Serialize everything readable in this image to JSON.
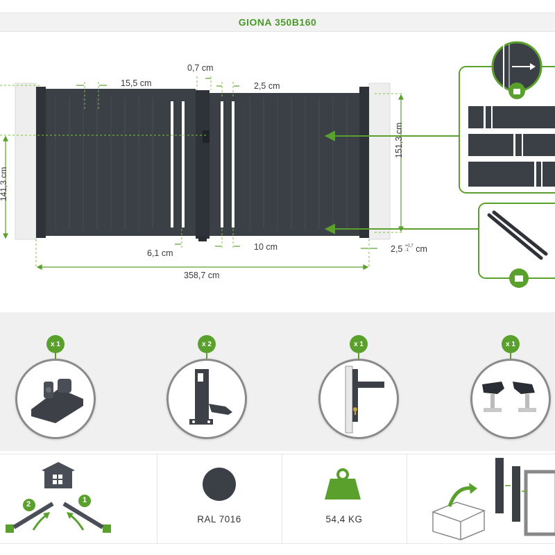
{
  "title": "GIONA 350B160",
  "dimensions": {
    "post_gap": "0,7 cm",
    "slat_width": "15,5 cm",
    "slat_gap": "2,5 cm",
    "height": "151,3 cm",
    "bottom_gap": "6,1 cm",
    "leaf_gap": "10 cm",
    "side_gap": "2,5",
    "side_gap_tol_top": "+0,7",
    "side_gap_tol_bottom": "-1",
    "side_gap_unit": "cm",
    "total_width": "358,7 cm",
    "left_height_partial": "141,3 cm"
  },
  "accessories": [
    {
      "qty": "x 1",
      "icon": "hinge-bracket-icon"
    },
    {
      "qty": "x 2",
      "icon": "gate-stop-icon"
    },
    {
      "qty": "x 1",
      "icon": "handle-lock-icon"
    },
    {
      "qty": "x 1",
      "icon": "end-caps-icon"
    }
  ],
  "features": {
    "color_label": "RAL 7016",
    "weight_label": "54,4 KG",
    "step_1": "1",
    "step_2": "2"
  },
  "colors": {
    "gate": "#3b3f46",
    "accent_green": "#5aa02c",
    "title_green": "#4a9a2a"
  }
}
